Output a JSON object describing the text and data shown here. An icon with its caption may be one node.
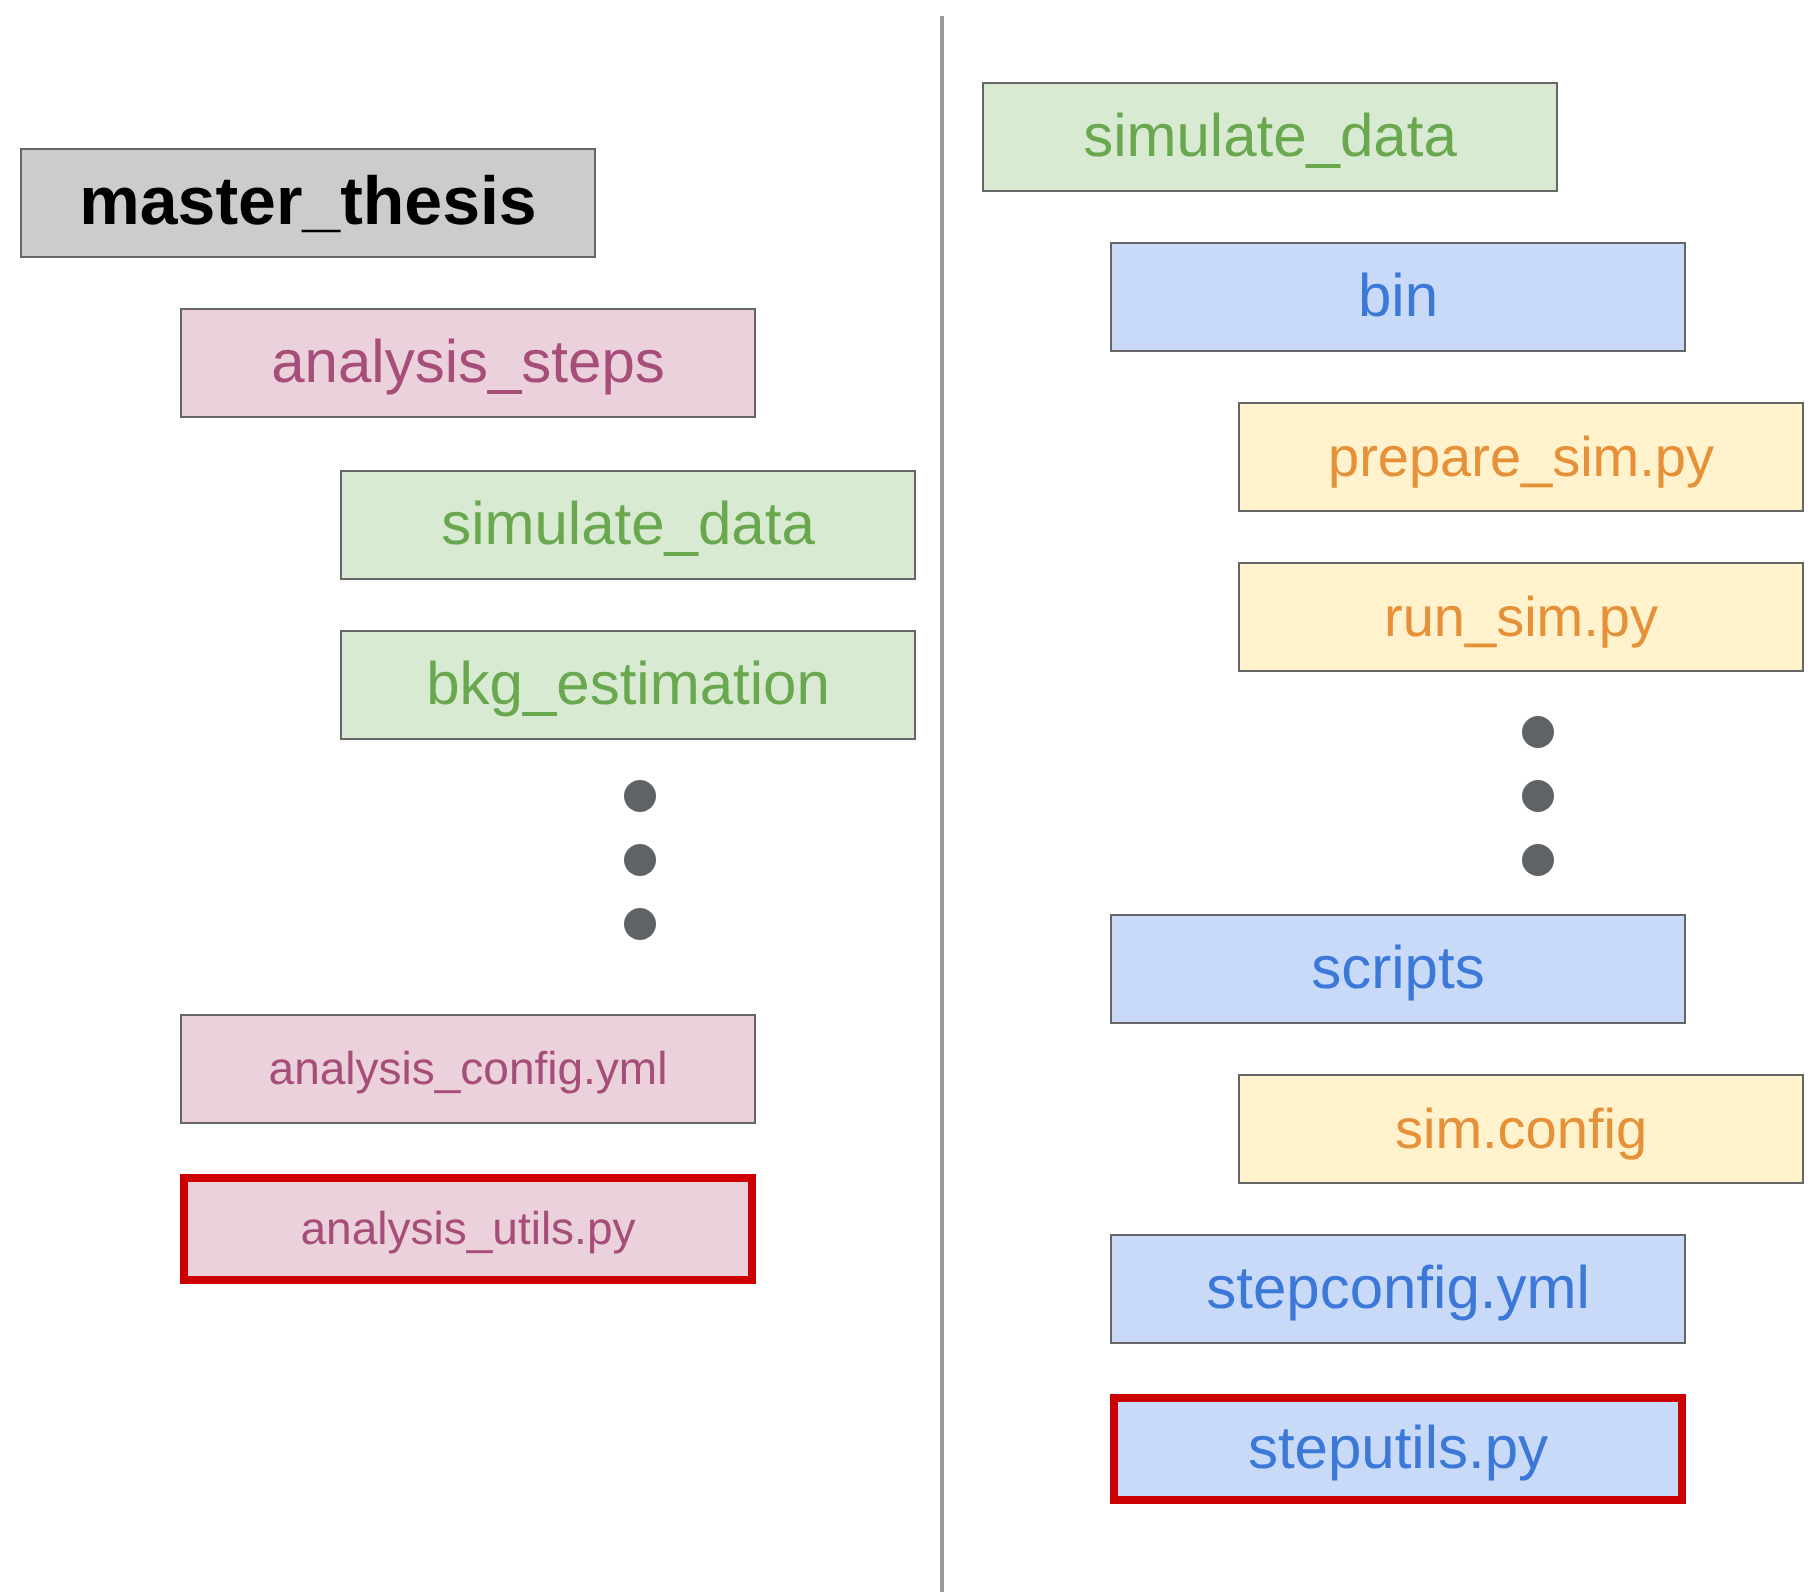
{
  "diagram": {
    "nodes": [
      {
        "text": [
          "master_thesis"
        ]
      },
      {
        "text": [
          "analysis_steps"
        ]
      },
      {
        "text": [
          "simulate_data"
        ]
      },
      {
        "text": [
          "bkg_estimation"
        ]
      },
      {
        "text": [
          "analysis_config.yml"
        ]
      },
      {
        "text": [
          "analysis_utils.py"
        ]
      },
      {
        "text": [
          "simulate_data"
        ]
      },
      {
        "text": [
          "bin"
        ]
      },
      {
        "text": [
          "prepare_sim.py"
        ]
      },
      {
        "text": [
          "run_sim.py"
        ]
      },
      {
        "text": [
          "scripts"
        ]
      },
      {
        "text": [
          "sim.config"
        ]
      },
      {
        "text": [
          "stepconfig.yml"
        ]
      },
      {
        "text": [
          "steputils.py"
        ]
      }
    ]
  }
}
